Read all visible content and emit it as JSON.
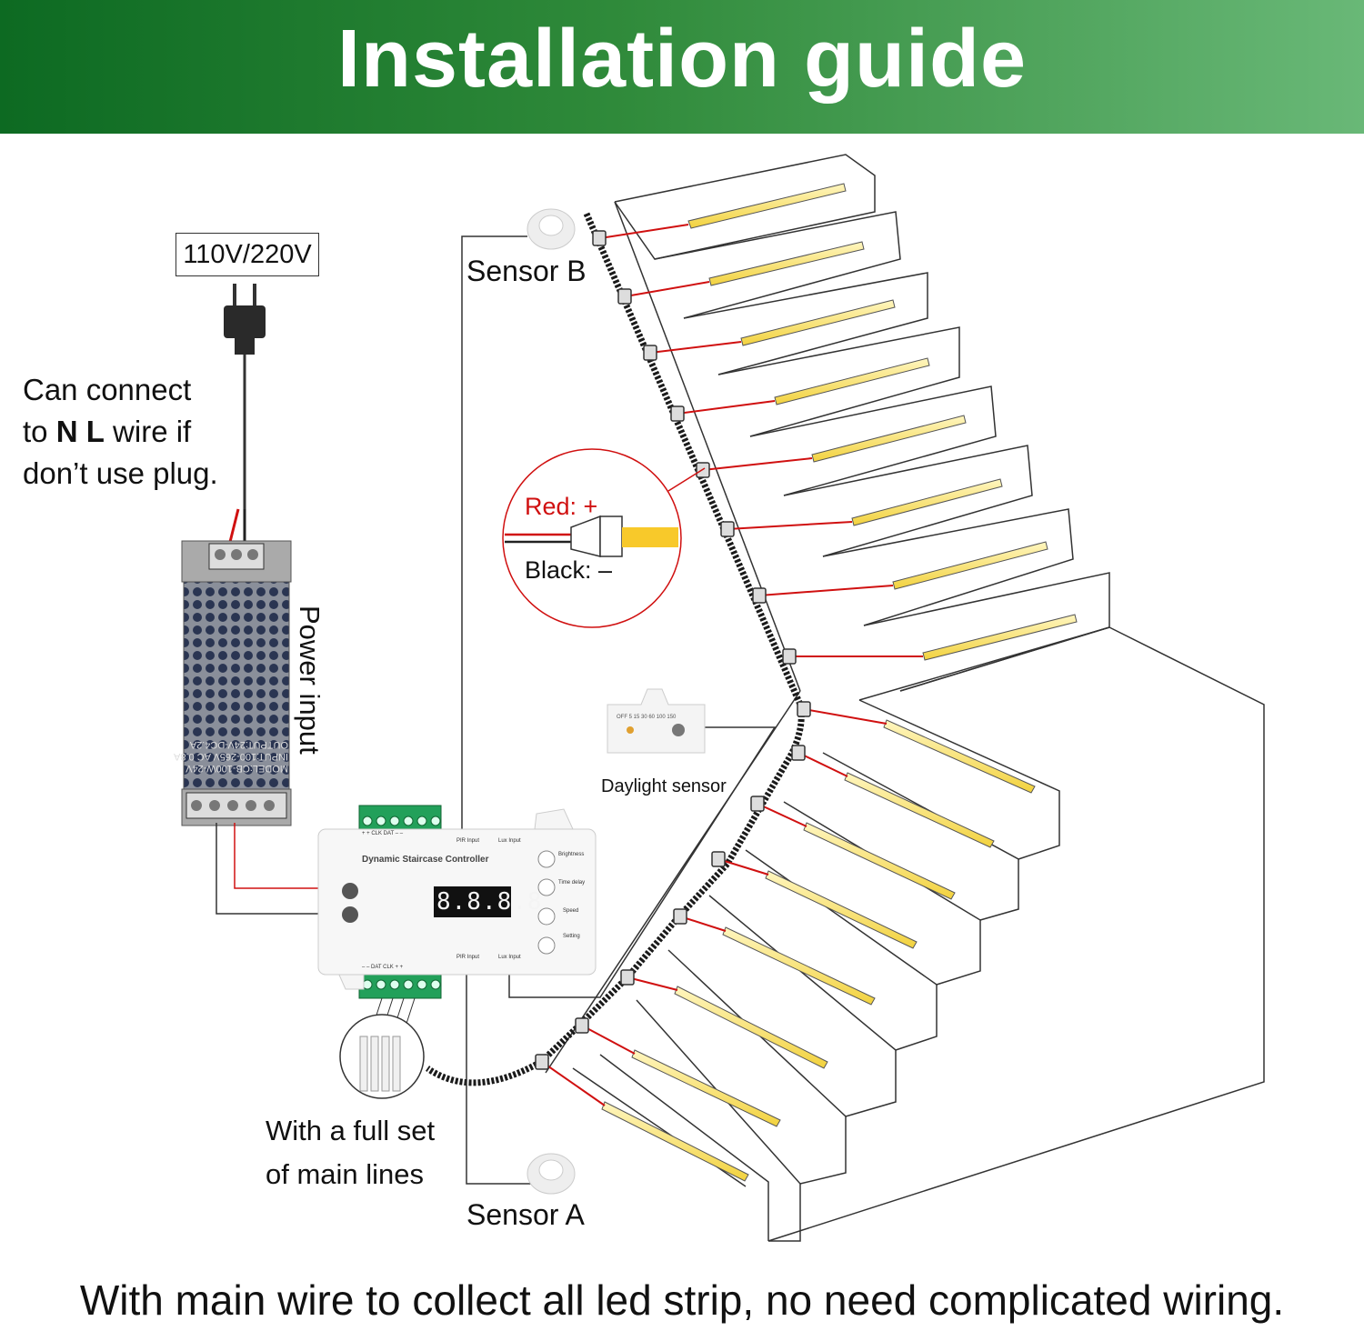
{
  "header": {
    "title": "Installation guide"
  },
  "power": {
    "voltage": "110V/220V",
    "note_line1": "Can connect",
    "note_line2_pre": "to ",
    "note_line2_bold": "N L",
    "note_line2_post": " wire if",
    "note_line3": "don’t use plug.",
    "power_input_label": "Power input",
    "psu_model": "MODEL:CB-100W-24V",
    "psu_input": "INPUT:100-265V AC 0.8A",
    "psu_output": "OUTPUT:24V-DC4.2A"
  },
  "sensors": {
    "sensor_b": "Sensor B",
    "sensor_a": "Sensor A",
    "daylight": "Daylight sensor",
    "daylight_scale": "OFF  5  15  30  60  100  150"
  },
  "wiring": {
    "red": "Red: +",
    "black": "Black: –"
  },
  "controller": {
    "title": "Dynamic Staircase Controller",
    "display": "8.8.8.8",
    "btn_brightness": "Brightness",
    "btn_time_delay": "Time delay",
    "btn_speed": "Speed",
    "btn_setting": "Setting",
    "pir_b": "PIR Input",
    "lux_input": "Lux Input",
    "pir_a": "PIR Input",
    "terminal_top": "+ + CLK DAT – –",
    "terminal_bottom": "– – DAT CLK + +"
  },
  "main_lines_label_1": "With a full set",
  "main_lines_label_2": "of main lines",
  "footer": "With main wire to collect all led strip, no need complicated wiring.",
  "colors": {
    "banner_start": "#0d6a22",
    "banner_end": "#69b877",
    "led": "#f7e27a",
    "red_wire": "#d01010"
  }
}
